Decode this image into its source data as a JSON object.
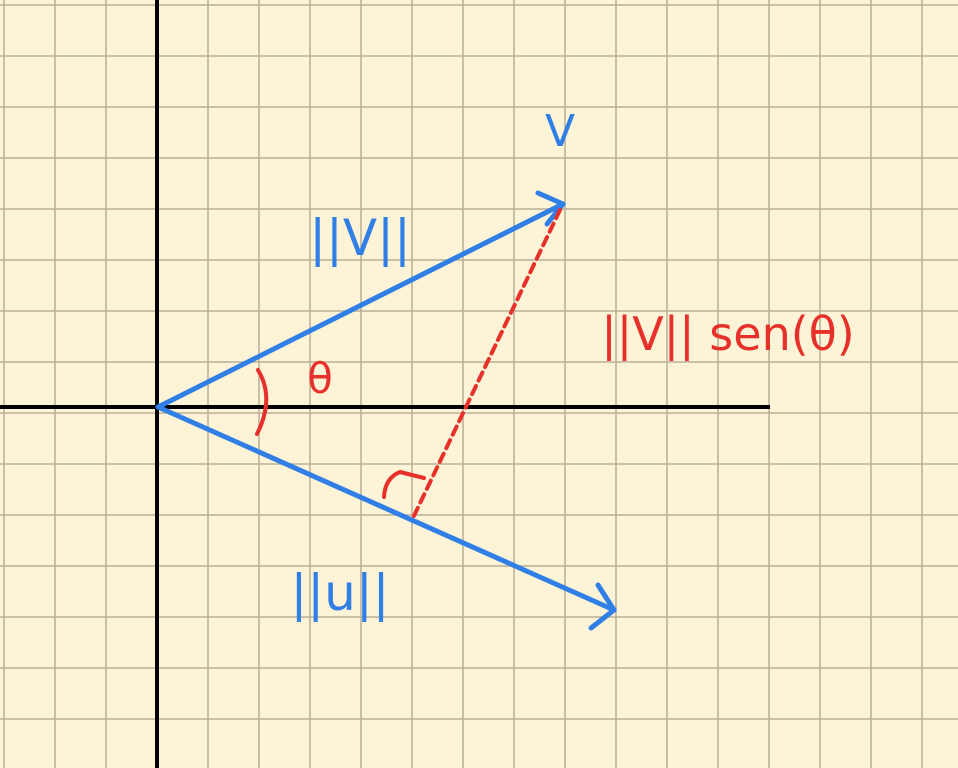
{
  "colors": {
    "paper": "#fdf3d6",
    "grid": "#b9ae97",
    "axes": "#000000",
    "vectors": "#2f7fe6",
    "annotation": "#e8302a"
  },
  "labels": {
    "vector_v": "V",
    "norm_v": "||V||",
    "norm_u": "||u||",
    "theta": "θ",
    "projection": "||V|| sen(θ)"
  }
}
